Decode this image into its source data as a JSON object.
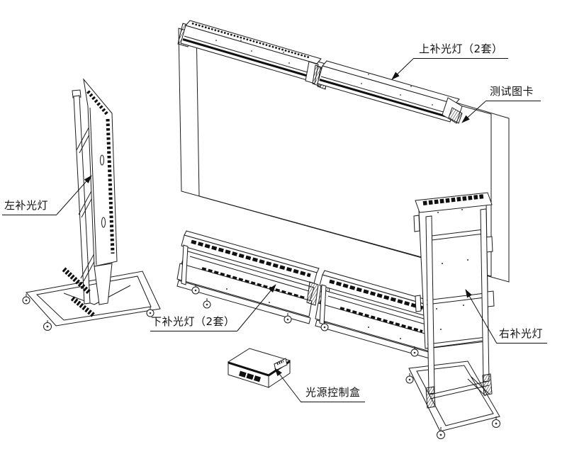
{
  "diagram": {
    "type": "technical-line-drawing",
    "subject": "test-chart lighting rig assembly",
    "labels": {
      "top_light": "上补光灯（2套）",
      "test_chart": "测试图卡",
      "left_light": "左补光灯",
      "bottom_light": "下补光灯（2套）",
      "right_light": "右补光灯",
      "control_box": "光源控制盒"
    },
    "colors": {
      "background": "#ffffff",
      "line": "#1b1b1b"
    }
  }
}
